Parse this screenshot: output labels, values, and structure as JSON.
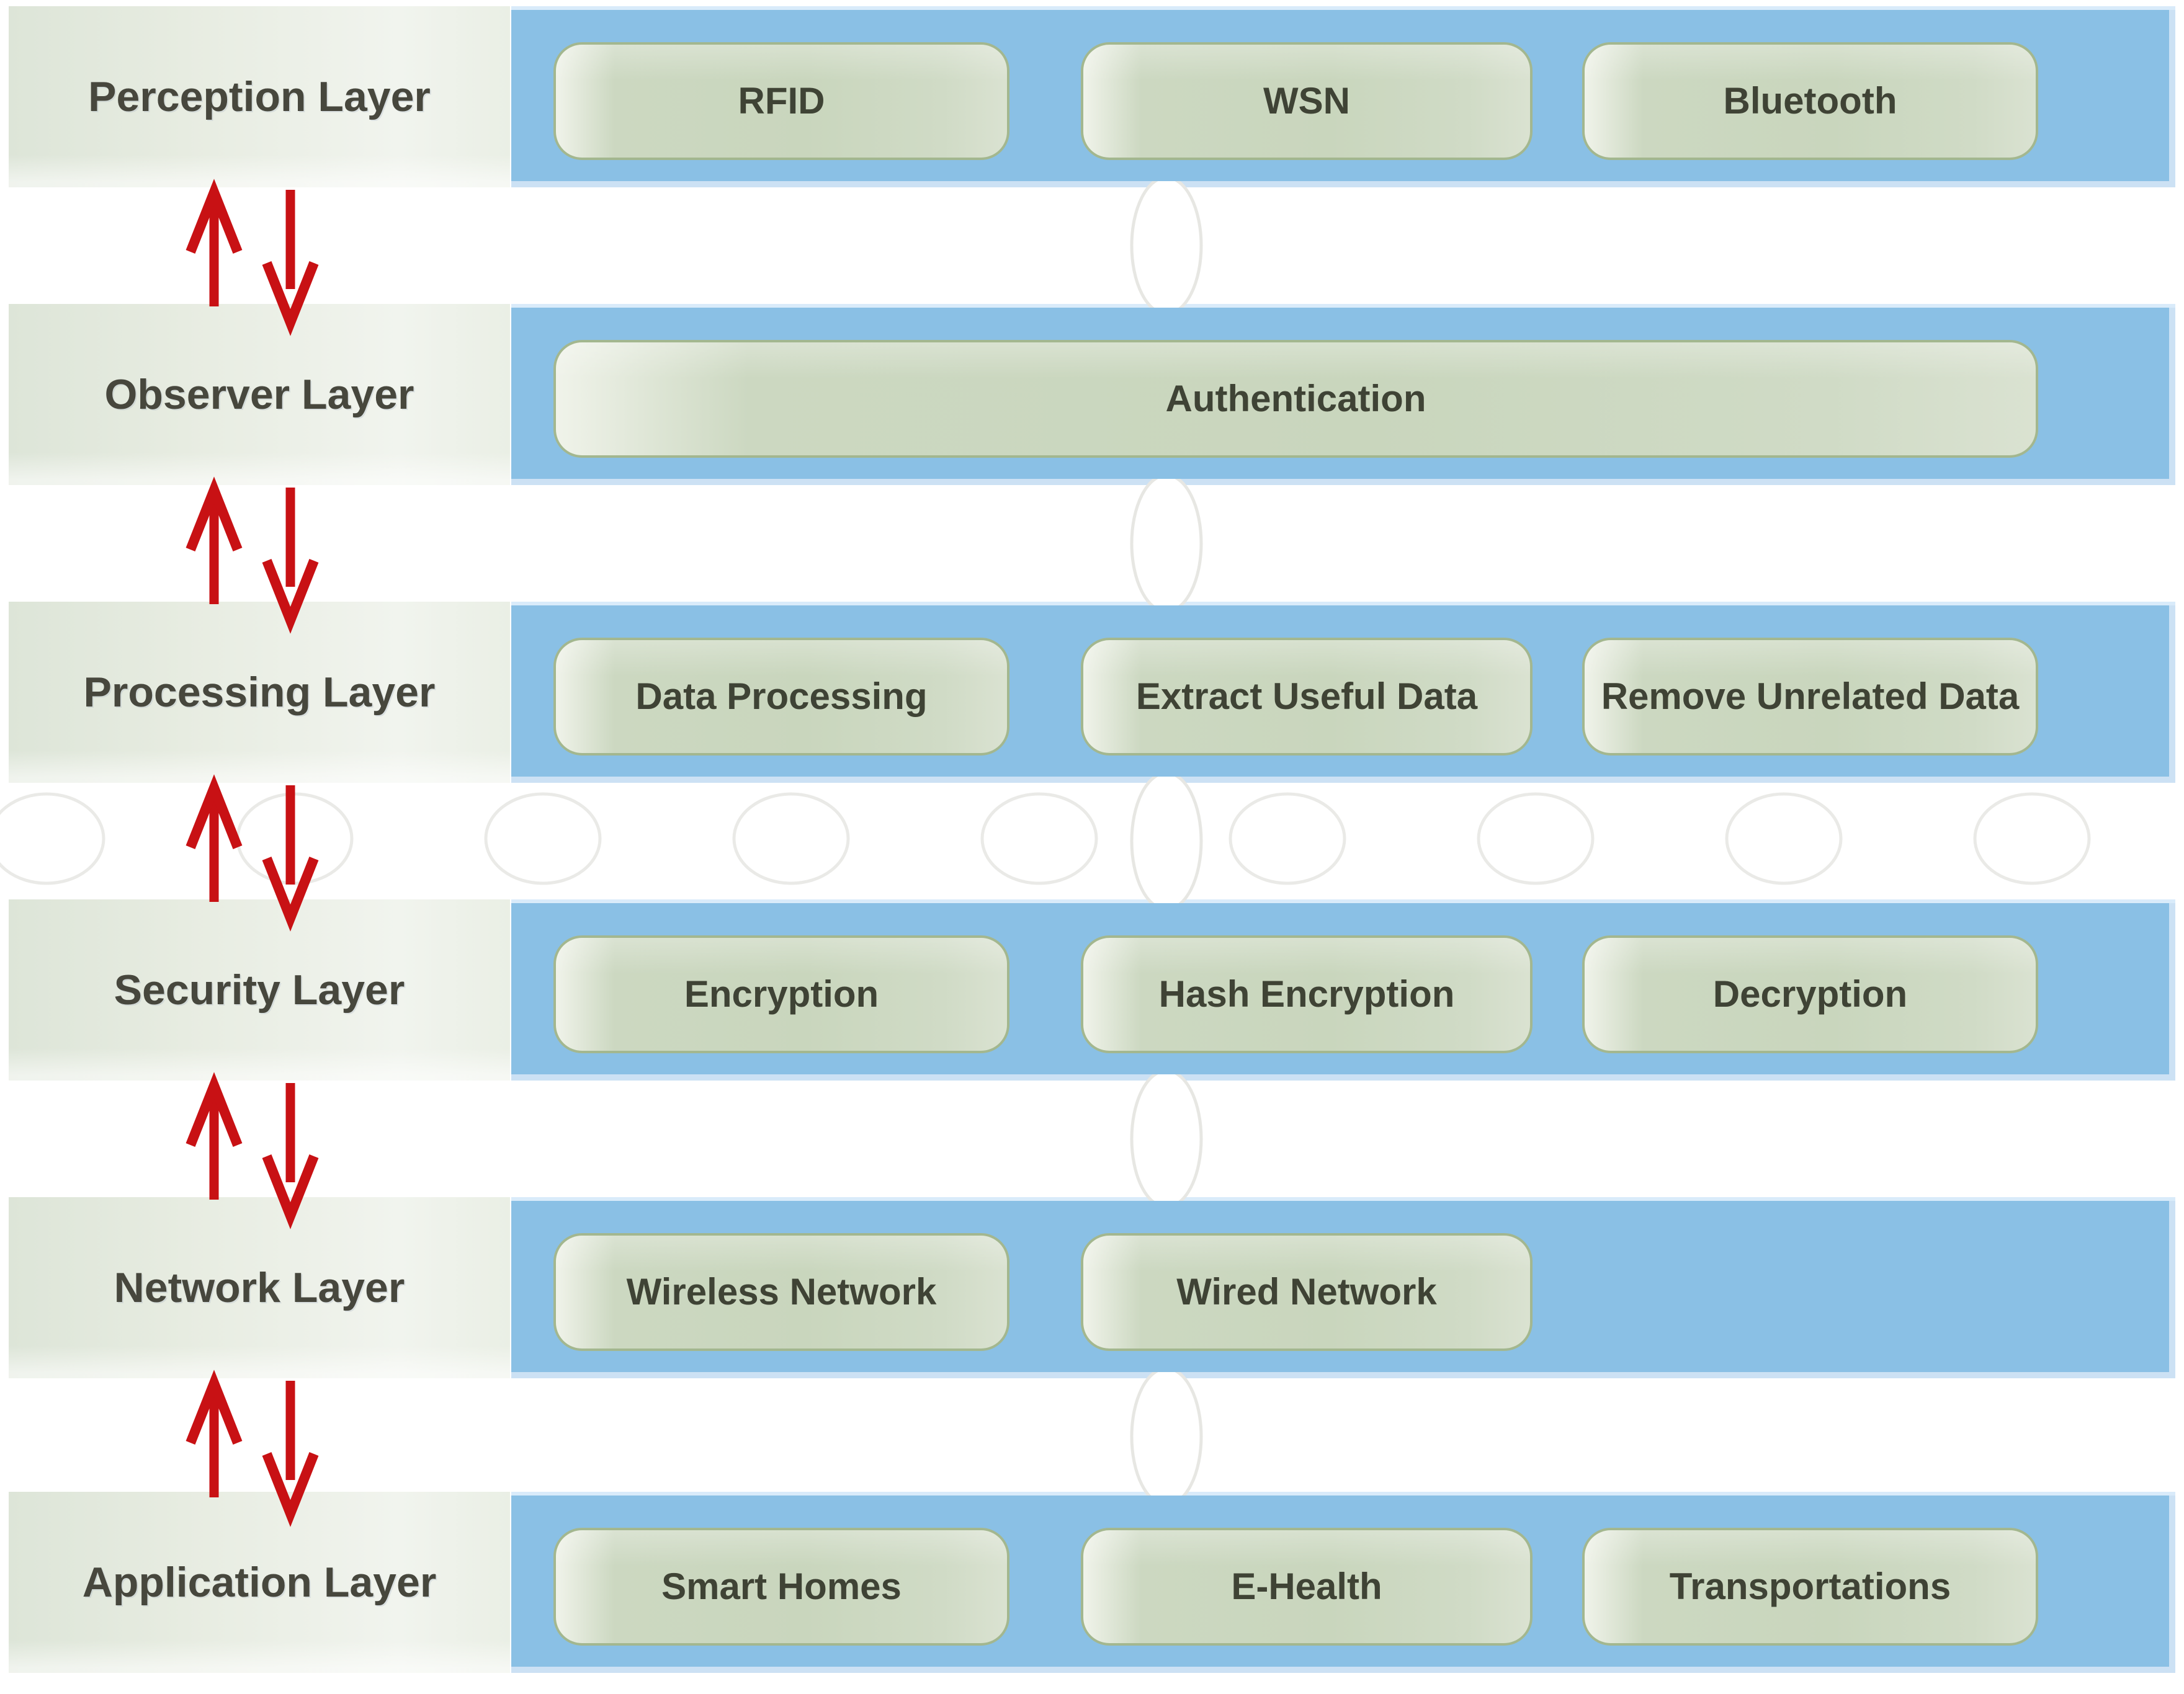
{
  "figure": {
    "description": "IoT layered security architecture diagram",
    "colors": {
      "band_blue": "#8ac0e5",
      "band_edge_top": "#d9ebfa",
      "band_edge_bottom": "#cce1f4",
      "chip_fill": "#cad6be",
      "chip_border": "#a3b78f",
      "label_text": "#47473d",
      "chip_text": "#3f4335",
      "arrow_red": "#c81114"
    }
  },
  "layers": [
    {
      "label": "Perception Layer",
      "items": [
        "RFID",
        "WSN",
        "Bluetooth"
      ]
    },
    {
      "label": "Observer Layer",
      "items": [
        "Authentication"
      ]
    },
    {
      "label": "Processing Layer",
      "items": [
        "Data Processing",
        "Extract Useful Data",
        "Remove Unrelated Data"
      ]
    },
    {
      "label": "Security Layer",
      "items": [
        "Encryption",
        "Hash Encryption",
        "Decryption"
      ]
    },
    {
      "label": "Network Layer",
      "items": [
        "Wireless Network",
        "Wired Network"
      ]
    },
    {
      "label": "Application Layer",
      "items": [
        "Smart Homes",
        "E-Health",
        "Transportations"
      ]
    }
  ]
}
